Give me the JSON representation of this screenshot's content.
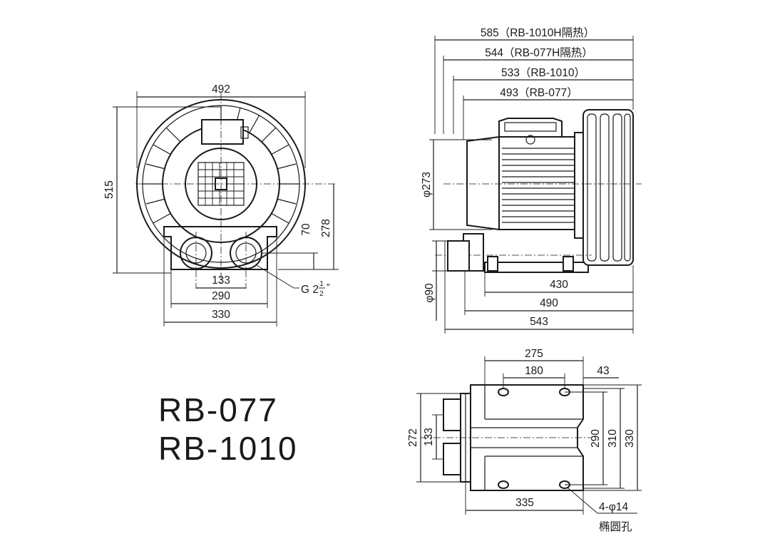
{
  "models": [
    "RB-077",
    "RB-1010"
  ],
  "front_view": {
    "width_overall": "492",
    "height_overall": "515",
    "center_height": "278",
    "outlet_height": "70",
    "port_spacing": "133",
    "base_inner": "290",
    "base_outer": "330",
    "thread_prefix": "G 2",
    "thread_frac_num": "1",
    "thread_frac_den": "2",
    "thread_suffix": "″"
  },
  "side_view": {
    "len_rb1010h": "585（RB-1010H隔热）",
    "len_rb077h": "544（RB-077H隔热）",
    "len_rb1010": "533（RB-1010）",
    "len_rb077": "493（RB-077）",
    "motor_dia": "φ273",
    "port_dia": "φ90",
    "base_430": "430",
    "base_490": "490",
    "base_543": "543"
  },
  "top_view": {
    "hole_span_275": "275",
    "hole_span_180": "180",
    "edge_43": "43",
    "port_span_272": "272",
    "port_span_133": "133",
    "hole_span_290": "290",
    "span_310": "310",
    "span_330": "330",
    "length_335": "335",
    "holes_label": "4-φ14",
    "holes_note": "椭圆孔"
  }
}
